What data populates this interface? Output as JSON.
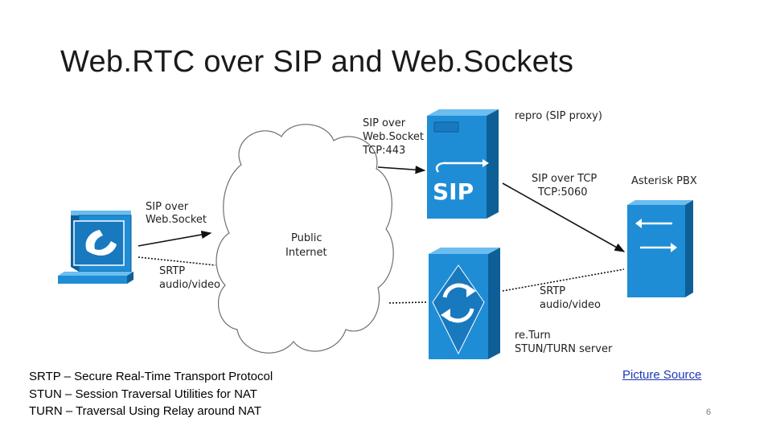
{
  "slide": {
    "title": "Web.RTC over SIP and Web.Sockets",
    "page_number": "6",
    "source_link": "Picture Source"
  },
  "diagram": {
    "internet_label": [
      "Public",
      "Internet"
    ],
    "client_sip_label": [
      "SIP over",
      "Web.Socket"
    ],
    "client_srtp_label": [
      "SRTP",
      "audio/video"
    ],
    "proxy_sip_label": [
      "SIP over",
      "Web.Socket",
      "TCP:443"
    ],
    "repro_label": "repro (SIP proxy)",
    "sip_logo_text": "SIP",
    "sip_tcp_label": [
      "SIP over TCP",
      "TCP:5060"
    ],
    "asterisk_label": "Asterisk PBX",
    "turn_srtp_label": [
      "SRTP",
      "audio/video"
    ],
    "turn_label": [
      "re.Turn",
      "STUN/TURN server"
    ]
  },
  "glossary": [
    "SRTP – Secure Real-Time Transport Protocol",
    "STUN – Session Traversal Utilities for NAT",
    "TURN – Traversal Using Relay around NAT"
  ],
  "colors": {
    "server_blue": "#1f8dd6",
    "server_dark": "#0e5f97",
    "server_light": "#6cbdf0"
  },
  "icons": [
    "phone-icon",
    "sync-icon",
    "arrows-icon",
    "cloud-icon"
  ]
}
